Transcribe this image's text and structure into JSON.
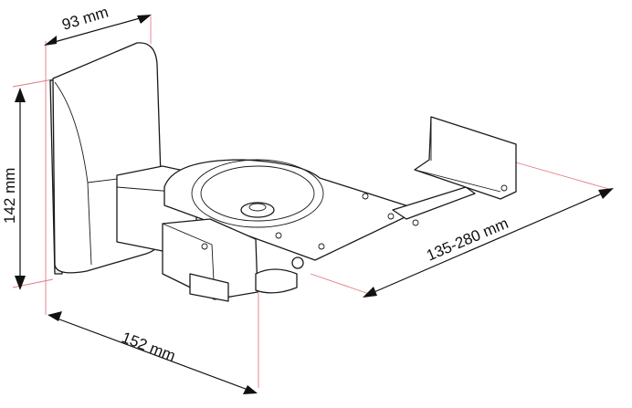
{
  "dimensions": {
    "width": "93 mm",
    "height": "142 mm",
    "depth": "152 mm",
    "extension": "135-280 mm"
  },
  "colors": {
    "line": "#1a1a1a",
    "extension_line": "#e07a86",
    "background": "#ffffff"
  }
}
